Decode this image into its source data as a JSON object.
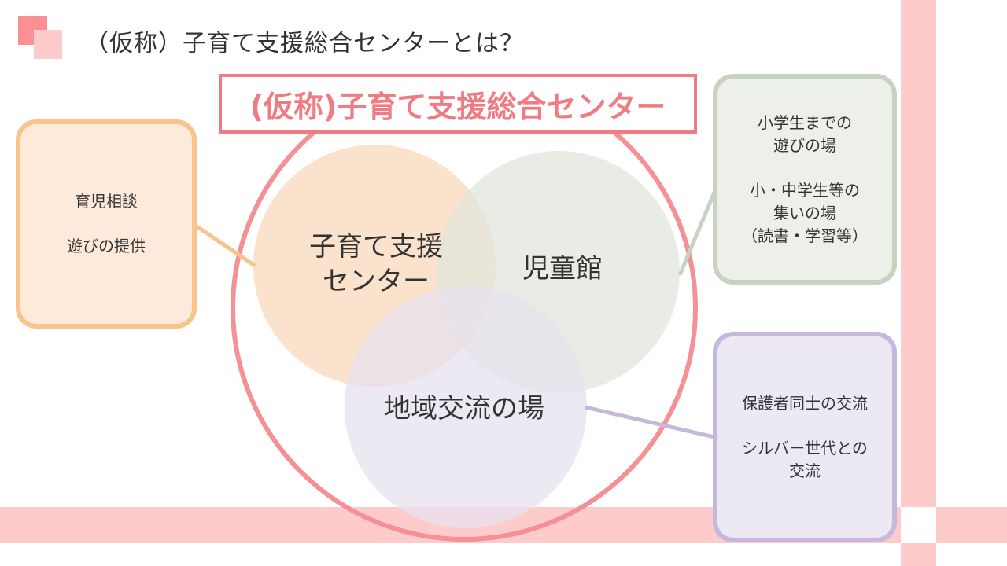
{
  "title": "（仮称）子育て支援総合センターとは？",
  "main_label": "(仮称)子育て支援総合センター",
  "circles": [
    {
      "id": "childcare",
      "lines": [
        "子育て支援",
        "センター"
      ],
      "fill": "#f9ddc3"
    },
    {
      "id": "children_hall",
      "lines": [
        "児童館"
      ],
      "fill": "#e1e6dc"
    },
    {
      "id": "community",
      "lines": [
        "地域交流の場"
      ],
      "fill": "#e6e1ef"
    }
  ],
  "callouts": {
    "left": {
      "lines": [
        "育児相談",
        "",
        "遊びの提供"
      ],
      "border": "#f8c48c",
      "fill": "#fdeadb"
    },
    "right_top": {
      "lines": [
        "小学生までの",
        "遊びの場",
        "",
        "小・中学生等の",
        "集いの場",
        "（読書・学習等）"
      ],
      "border": "#c7d2c0",
      "fill": "#edf0e8"
    },
    "right_bottom": {
      "lines": [
        "保護者同士の交流",
        "",
        "シルバー世代との",
        "交流"
      ],
      "border": "#c6b8dc",
      "fill": "#ece8f4"
    }
  },
  "colors": {
    "accent": "#f07b82",
    "outer_circle": "#f59097",
    "band": "#fecbcb",
    "deco_dark": "#fa8f94",
    "deco_light": "#fecbcb"
  }
}
